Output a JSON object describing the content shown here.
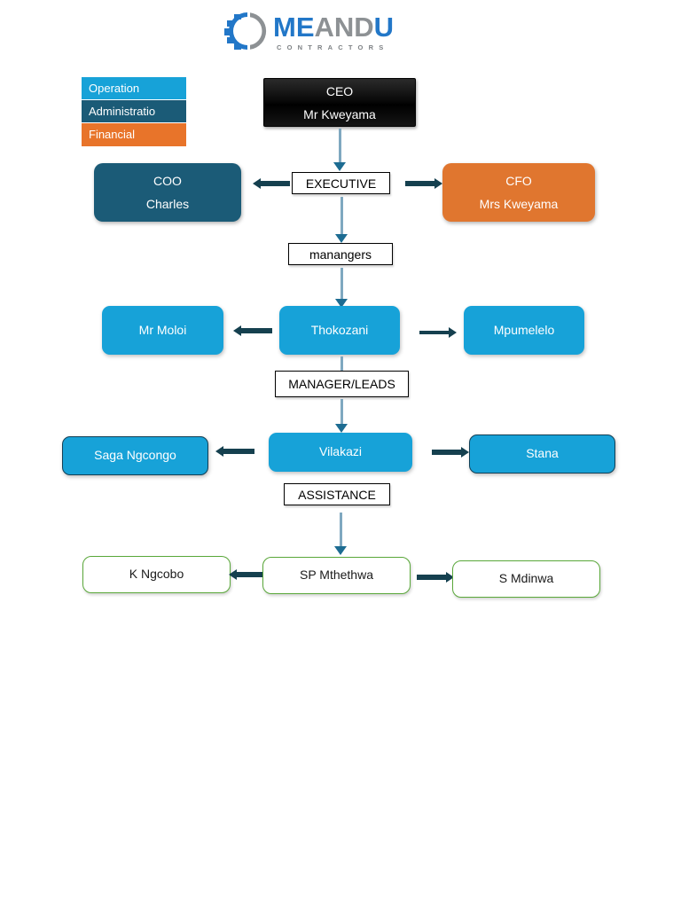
{
  "logo": {
    "mark_icon": "gear-ring-icon",
    "text_me": "ME",
    "text_and": "AND",
    "text_u": "U",
    "subtitle": "CONTRACTORS",
    "color_blue": "#2277c8",
    "color_gray": "#8d9194"
  },
  "legend": {
    "items": [
      {
        "label": "Operation",
        "color": "#17a2d8"
      },
      {
        "label": "Administratio",
        "color": "#1b5b77"
      },
      {
        "label": "Financial",
        "color": "#e8742a"
      }
    ]
  },
  "nodes": {
    "ceo": {
      "line1": "CEO",
      "line2": "Mr Kweyama",
      "color": "#000000"
    },
    "coo": {
      "line1": "COO",
      "line2": "Charles",
      "color": "#1b5b77"
    },
    "cfo": {
      "line1": "CFO",
      "line2": "Mrs Kweyama",
      "color": "#e0762f"
    },
    "moloi": {
      "line1": "Mr Moloi",
      "color": "#17a2d8"
    },
    "thokozani": {
      "line1": "Thokozani",
      "color": "#17a2d8"
    },
    "mpumelelo": {
      "line1": "Mpumelelo",
      "color": "#17a2d8"
    },
    "saga": {
      "line1": "Saga Ngcongo",
      "color": "#17a2d8"
    },
    "vilakazi": {
      "line1": "Vilakazi",
      "color": "#17a2d8"
    },
    "stana": {
      "line1": "Stana",
      "color": "#17a2d8"
    },
    "kngcobo": {
      "line1": "K Ngcobo",
      "color": "#ffffff"
    },
    "spmthethwa": {
      "line1": "SP Mthethwa",
      "color": "#ffffff"
    },
    "smdinwa": {
      "line1": "S Mdinwa",
      "color": "#ffffff"
    }
  },
  "labels": {
    "executive": "EXECUTIVE",
    "managers": "manangers",
    "manager_leads": "MANAGER/LEADS",
    "assistance": "ASSISTANCE"
  },
  "connectors": {
    "arrow_color": "#15404f",
    "vertical_color": "#7fa8c0"
  }
}
